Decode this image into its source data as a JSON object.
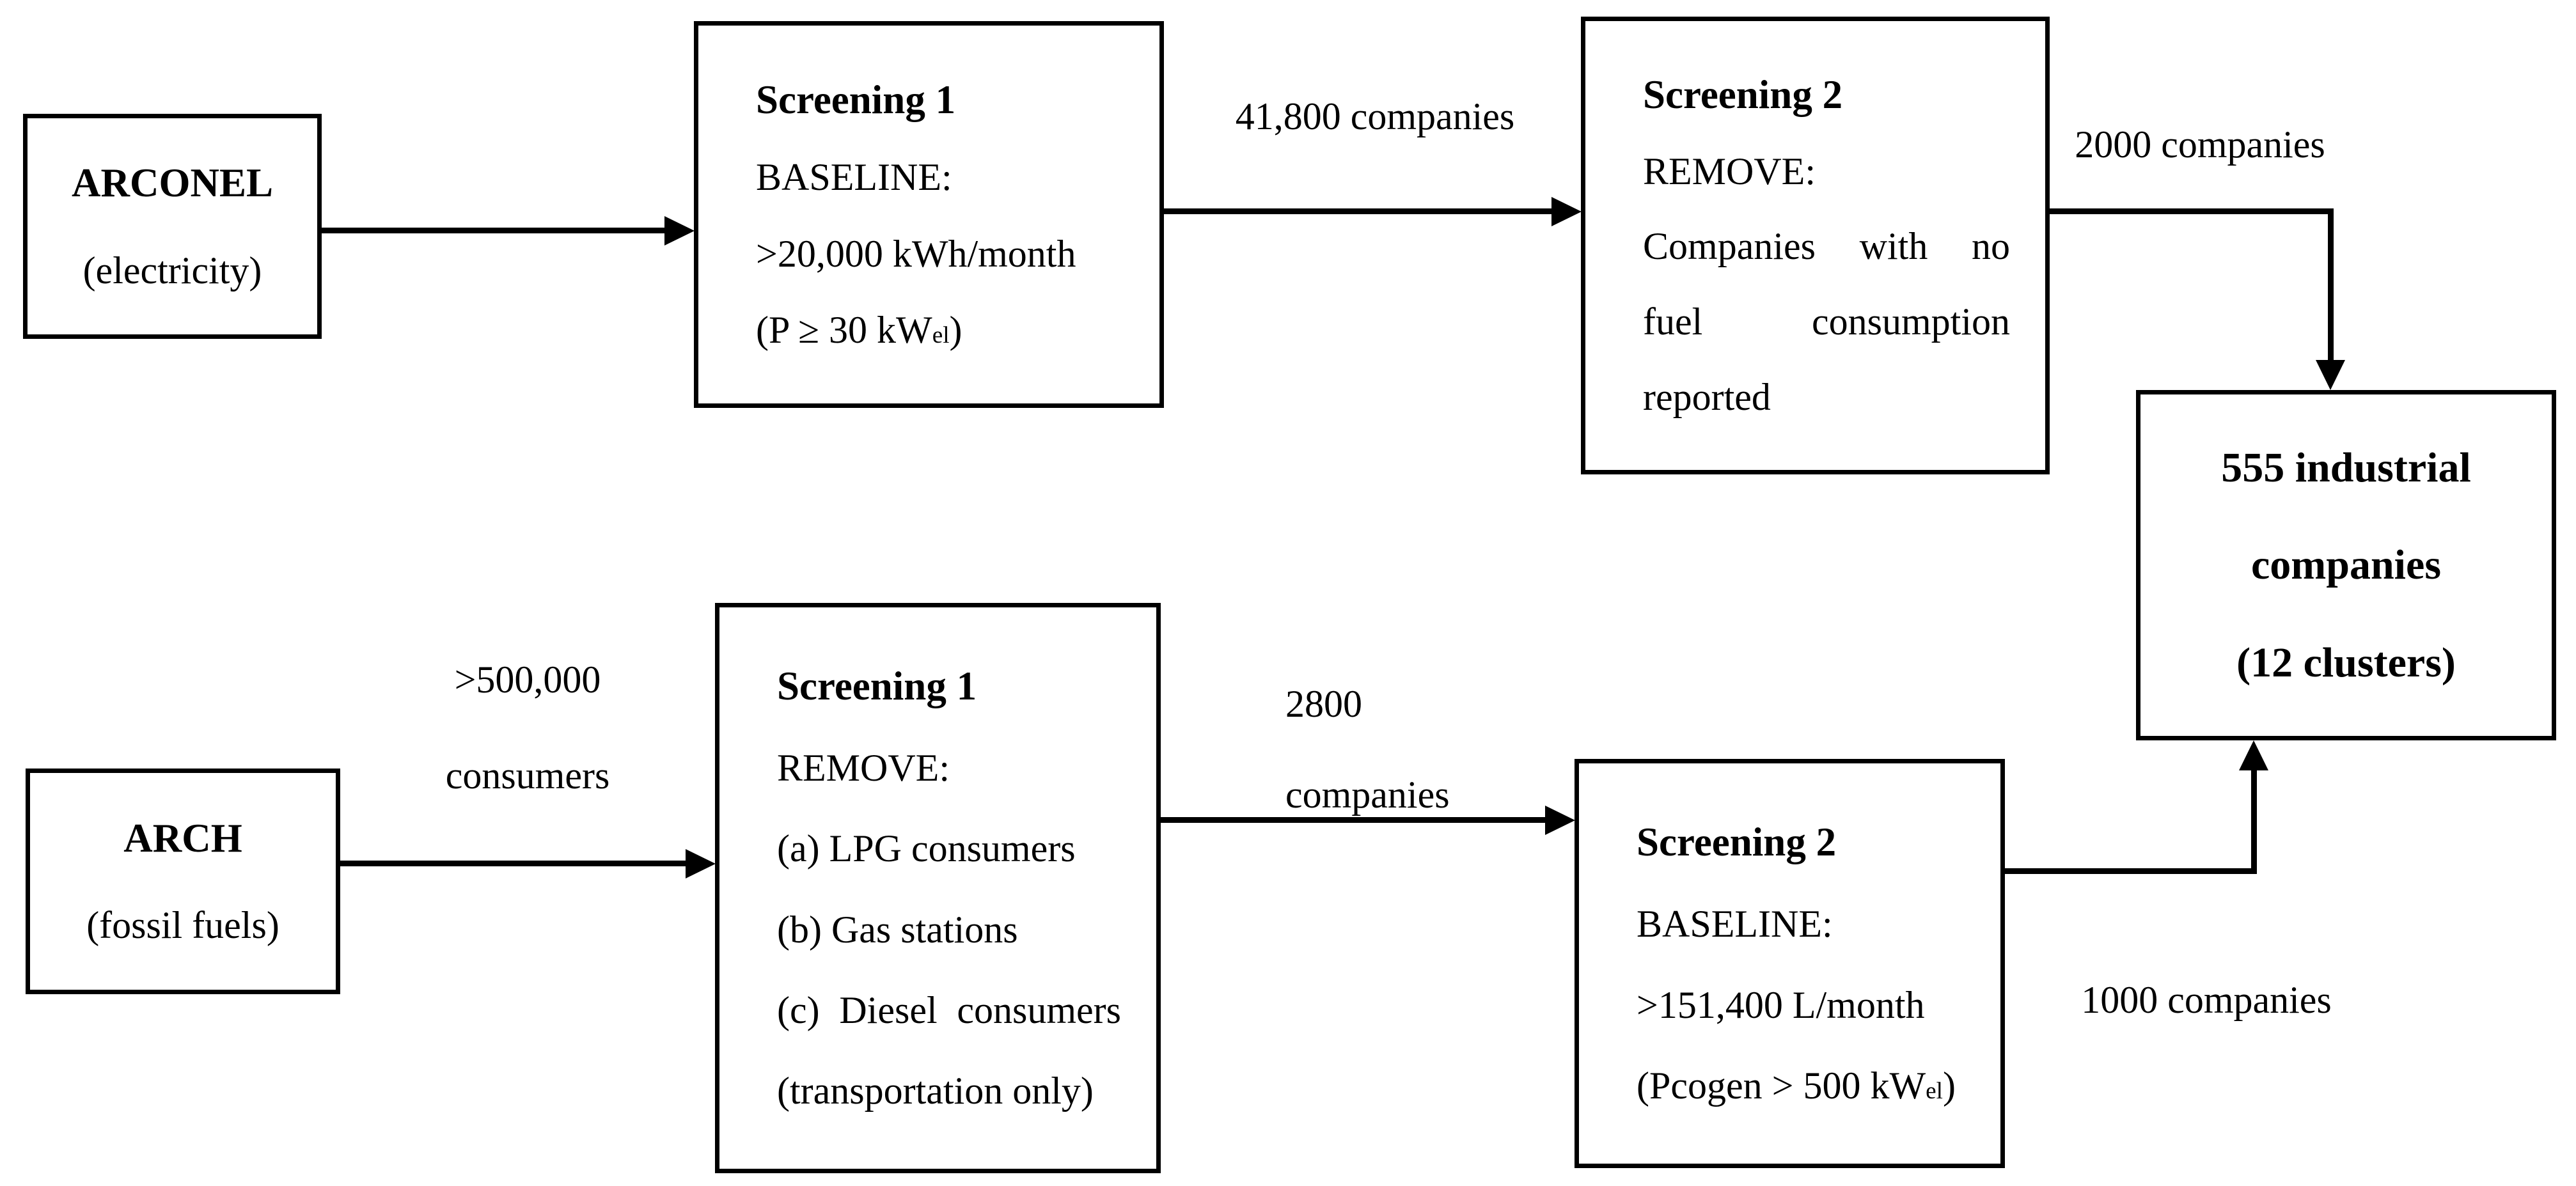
{
  "colors": {
    "ink": "#000000",
    "background": "#ffffff"
  },
  "diagram": {
    "source_top": {
      "title": "ARCONEL",
      "subtitle": "(electricity)"
    },
    "screening1_top": {
      "title": "Screening 1",
      "line1": "BASELINE:",
      "line2": ">20,000 kWh/month",
      "formula": {
        "pre": "(P ≥ 30 kW",
        "sub": "el",
        "post": ")"
      }
    },
    "label_41800": "41,800 companies",
    "screening2_top": {
      "title": "Screening 2",
      "line1": "REMOVE:",
      "line2": "Companies with no",
      "line3": "fuel consumption",
      "line4": "reported"
    },
    "label_2000": "2000 companies",
    "result_box": {
      "line1": "555 industrial",
      "line2": "companies",
      "line3": "(12 clusters)"
    },
    "source_bottom": {
      "title": "ARCH",
      "subtitle": "(fossil fuels)"
    },
    "label_500000": {
      "line1": ">500,000",
      "line2": "consumers"
    },
    "screening1_bottom": {
      "title": "Screening 1",
      "line1": "REMOVE:",
      "line2": "(a) LPG consumers",
      "line3": "(b) Gas stations",
      "line4": "(c) Diesel consumers",
      "line5": "(transportation only)"
    },
    "label_2800": {
      "line1": "2800",
      "line2": "companies"
    },
    "screening2_bottom": {
      "title": "Screening 2",
      "line1": "BASELINE:",
      "line2": ">151,400 L/month",
      "formula": {
        "pre": "(Pcogen > 500 kW",
        "sub": "el",
        "post": ")"
      }
    },
    "label_1000": "1000 companies"
  }
}
